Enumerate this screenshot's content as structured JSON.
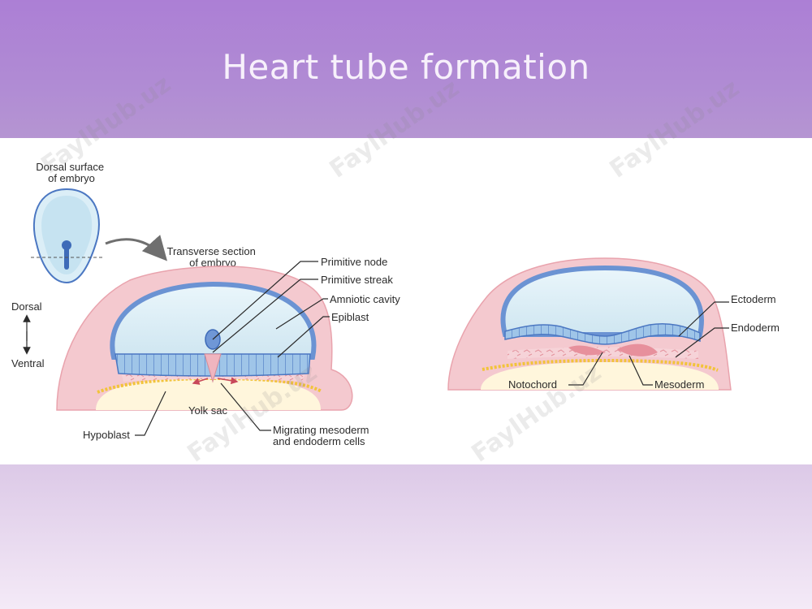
{
  "slide": {
    "title": "Heart tube formation"
  },
  "watermark": "FaylHub.uz",
  "diagram": {
    "labels": {
      "dorsal_surface": [
        "Dorsal surface",
        "of embryo"
      ],
      "transverse_section": [
        "Transverse section",
        "of embryo"
      ],
      "dorsal": "Dorsal",
      "ventral": "Ventral",
      "primitive_node": "Primitive node",
      "primitive_streak": "Primitive streak",
      "amniotic_cavity": "Amniotic cavity",
      "epiblast": "Epiblast",
      "yolk_sac": "Yolk sac",
      "hypoblast": "Hypoblast",
      "migrating": [
        "Migrating mesoderm",
        "and endoderm cells"
      ],
      "ectoderm": "Ectoderm",
      "endoderm": "Endoderm",
      "notochord": "Notochord",
      "mesoderm": "Mesoderm"
    },
    "colors": {
      "tissue_pink": "#f2c6cd",
      "tissue_outline": "#e99aa4",
      "cavity": "#dceef6",
      "epiblast_blue": "#9cc3e6",
      "epiblast_outline": "#4b77c2",
      "yolk": "#fff5d8",
      "hypoblast_yellow": "#f3c93b"
    }
  }
}
